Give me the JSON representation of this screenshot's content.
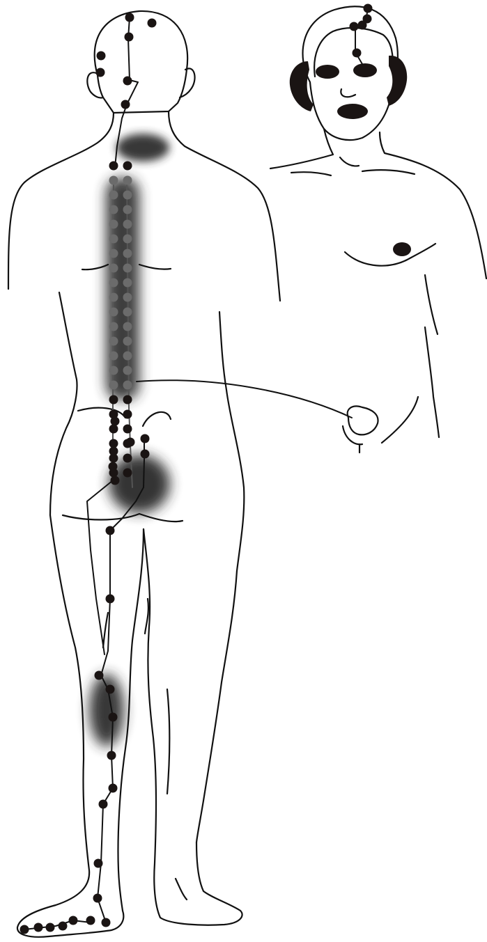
{
  "figure": {
    "description_none": "",
    "colors": {
      "outline": "#111111",
      "acupoint": "#1a1413",
      "acupoint_faded": "#6b6b6b",
      "pain_shading": "#3a3a3a",
      "background": "#ffffff"
    },
    "views": [
      "posterior-body",
      "anterior-upper-body"
    ],
    "acupoint_groups": {
      "head": 6,
      "back_inner_line": 16,
      "back_outer_line": 16,
      "sacral": 4,
      "leg": 9,
      "foot": 6,
      "face": 5
    },
    "pain_regions": [
      "neck",
      "spine",
      "lower-back-sacrum",
      "calf"
    ]
  }
}
